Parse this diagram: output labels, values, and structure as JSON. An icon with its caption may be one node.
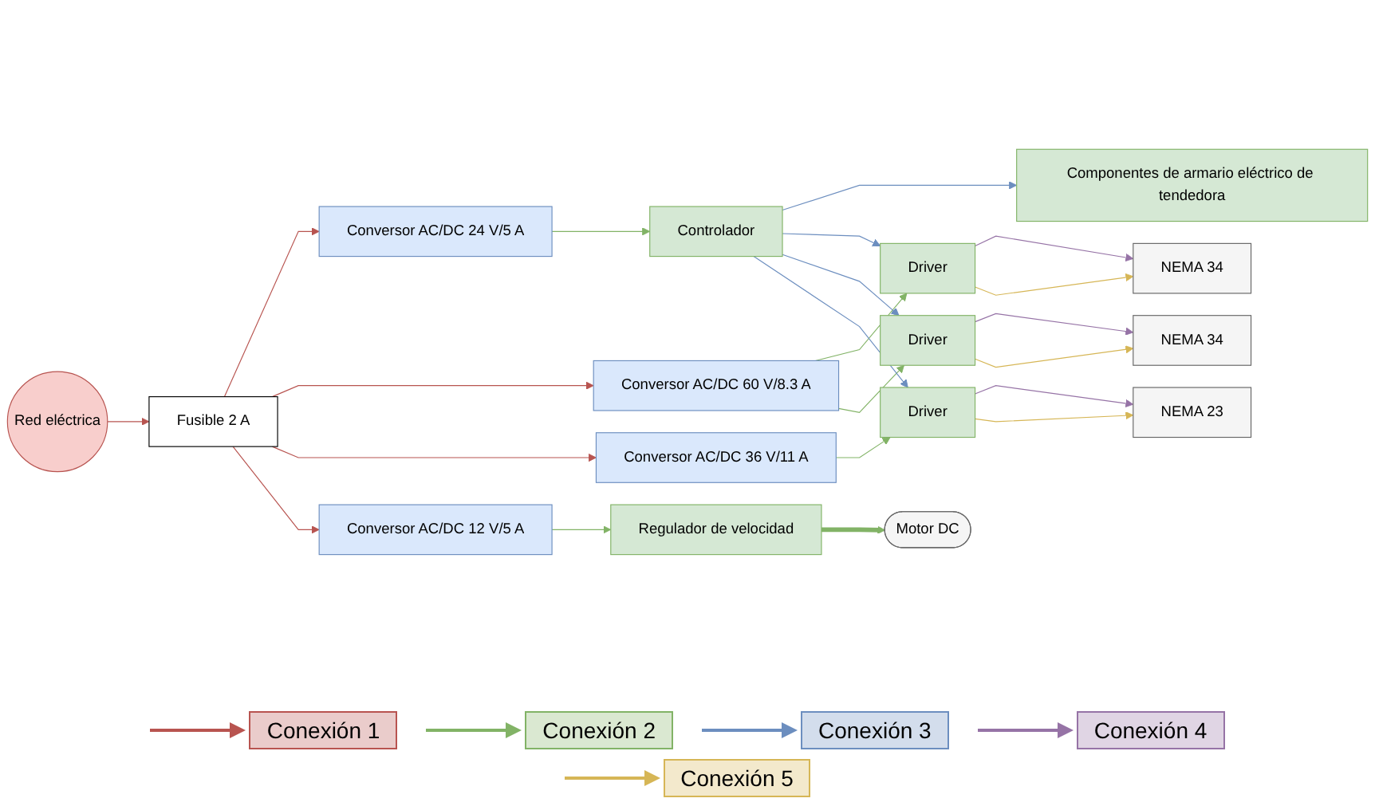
{
  "diagram": {
    "nodes": [
      {
        "text": [
          "Red eléctrica"
        ]
      },
      {
        "text": [
          "Fusible 2 A"
        ]
      },
      {
        "text": [
          "Conversor AC/DC 24 V/5 A"
        ]
      },
      {
        "text": [
          "Conversor AC/DC 60 V/8.3 A"
        ]
      },
      {
        "text": [
          "Conversor AC/DC 36 V/11 A"
        ]
      },
      {
        "text": [
          "Conversor AC/DC 12 V/5 A"
        ]
      },
      {
        "text": [
          "Controlador"
        ]
      },
      {
        "text": [
          "Componentes de armario eléctrico de tendedora"
        ]
      },
      {
        "text": [
          "Driver"
        ]
      },
      {
        "text": [
          "NEMA 34"
        ]
      },
      {
        "text": [
          "Driver"
        ]
      },
      {
        "text": [
          "NEMA 34"
        ]
      },
      {
        "text": [
          "Driver"
        ]
      },
      {
        "text": [
          "NEMA 23"
        ]
      },
      {
        "text": [
          "Regulador de velocidad"
        ]
      },
      {
        "text": [
          "Motor DC"
        ]
      }
    ],
    "edges": [
      {
        "from": 0,
        "to": 1,
        "arrow": "to",
        "color": "#b85450"
      },
      {
        "from": 1,
        "to": 2,
        "arrow": "to",
        "color": "#b85450"
      },
      {
        "from": 1,
        "to": 3,
        "arrow": "to",
        "color": "#b85450"
      },
      {
        "from": 1,
        "to": 4,
        "arrow": "to",
        "color": "#b85450"
      },
      {
        "from": 1,
        "to": 5,
        "arrow": "to",
        "color": "#b85450"
      },
      {
        "from": 2,
        "to": 6,
        "arrow": "to",
        "color": "#82b366"
      },
      {
        "from": 6,
        "to": 7,
        "arrow": "to",
        "color": "#6c8ebf"
      },
      {
        "from": 3,
        "to": 8,
        "arrow": "to",
        "color": "#82b366"
      },
      {
        "from": 3,
        "to": 10,
        "arrow": "to",
        "color": "#82b366"
      },
      {
        "from": 6,
        "to": 8,
        "arrow": "to",
        "color": "#6c8ebf"
      },
      {
        "from": 6,
        "to": 10,
        "arrow": "to",
        "color": "#6c8ebf"
      },
      {
        "from": 6,
        "to": 12,
        "arrow": "to",
        "color": "#6c8ebf"
      },
      {
        "from": 4,
        "to": 12,
        "arrow": "to",
        "color": "#82b366"
      },
      {
        "from": 8,
        "to": 9,
        "arrow": "to",
        "color": "#9673a6"
      },
      {
        "from": 8,
        "to": 9,
        "arrow": "to",
        "color": "#d6b656"
      },
      {
        "from": 10,
        "to": 11,
        "arrow": "to",
        "color": "#9673a6"
      },
      {
        "from": 10,
        "to": 11,
        "arrow": "to",
        "color": "#d6b656"
      },
      {
        "from": 12,
        "to": 13,
        "arrow": "to",
        "color": "#9673a6"
      },
      {
        "from": 12,
        "to": 13,
        "arrow": "to",
        "color": "#d6b656"
      },
      {
        "from": 5,
        "to": 14,
        "arrow": "to",
        "color": "#82b366"
      },
      {
        "from": 14,
        "to": 15,
        "arrow": "to",
        "color": "#82b366",
        "style": "thick"
      }
    ],
    "legend": [
      {
        "text": "Conexión 1",
        "color": "#b85450"
      },
      {
        "text": "Conexión 2",
        "color": "#82b366"
      },
      {
        "text": "Conexión 3",
        "color": "#6c8ebf"
      },
      {
        "text": "Conexión 4",
        "color": "#9673a6"
      },
      {
        "text": "Conexión 5",
        "color": "#d6b656"
      }
    ]
  }
}
